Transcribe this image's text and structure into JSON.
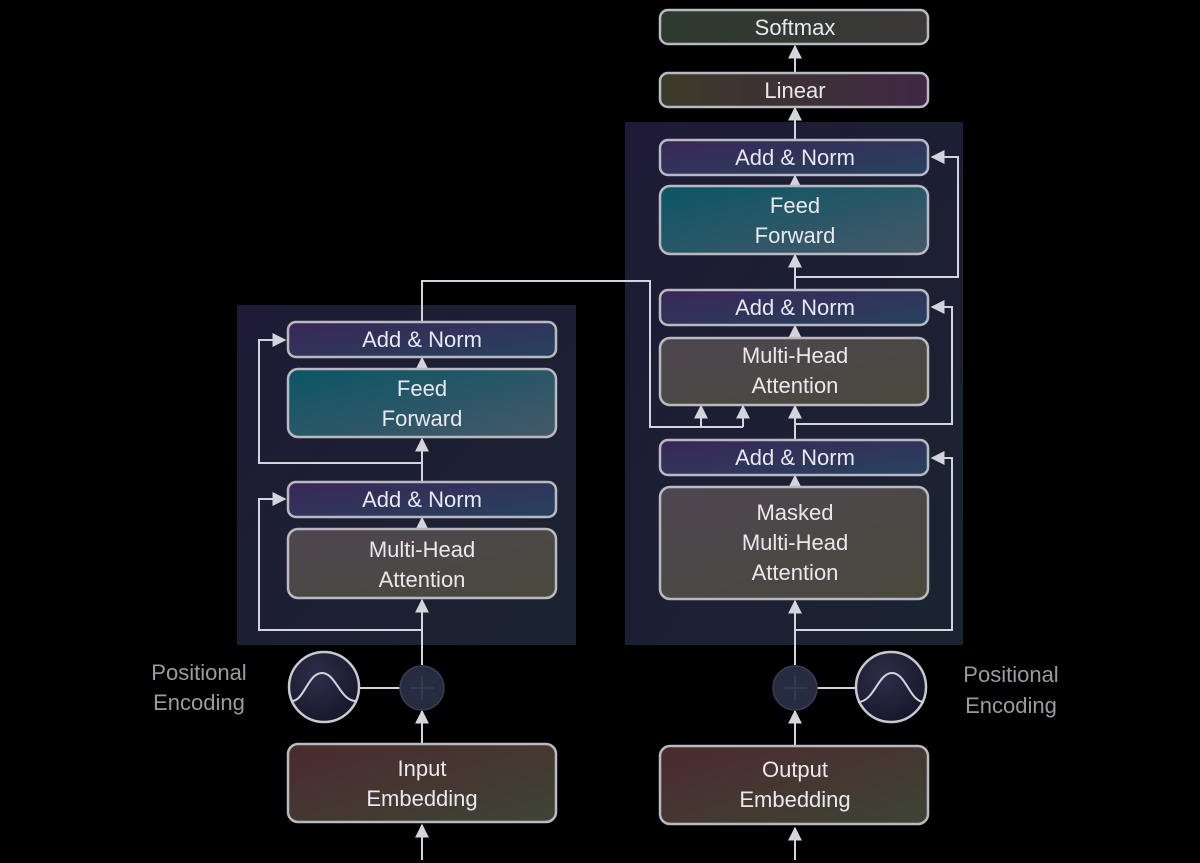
{
  "encoder": {
    "input_embedding": [
      "Input",
      "Embedding"
    ],
    "attention": [
      "Multi-Head",
      "Attention"
    ],
    "add_norm_1": "Add & Norm",
    "feed_forward": [
      "Feed",
      "Forward"
    ],
    "add_norm_2": "Add & Norm",
    "positional_encoding": [
      "Positional",
      "Encoding"
    ]
  },
  "decoder": {
    "output_embedding": [
      "Output",
      "Embedding"
    ],
    "masked_attention": [
      "Masked",
      "Multi-Head",
      "Attention"
    ],
    "add_norm_1": "Add & Norm",
    "cross_attention": [
      "Multi-Head",
      "Attention"
    ],
    "add_norm_2": "Add & Norm",
    "feed_forward": [
      "Feed",
      "Forward"
    ],
    "add_norm_3": "Add & Norm",
    "positional_encoding": [
      "Positional",
      "Encoding"
    ]
  },
  "head": {
    "linear": "Linear",
    "softmax": "Softmax"
  },
  "colors": {
    "add_norm": "#3a2a5e",
    "feed_forward": "#0f5a66",
    "attention": "#4a4a48",
    "embedding": "#4a2e2e",
    "linear": "#3e3a34",
    "softmax": "#333d32",
    "stack_panel": "#1a1a30",
    "wire": "#d4d4dc",
    "box_border": "#b9b9c2"
  }
}
